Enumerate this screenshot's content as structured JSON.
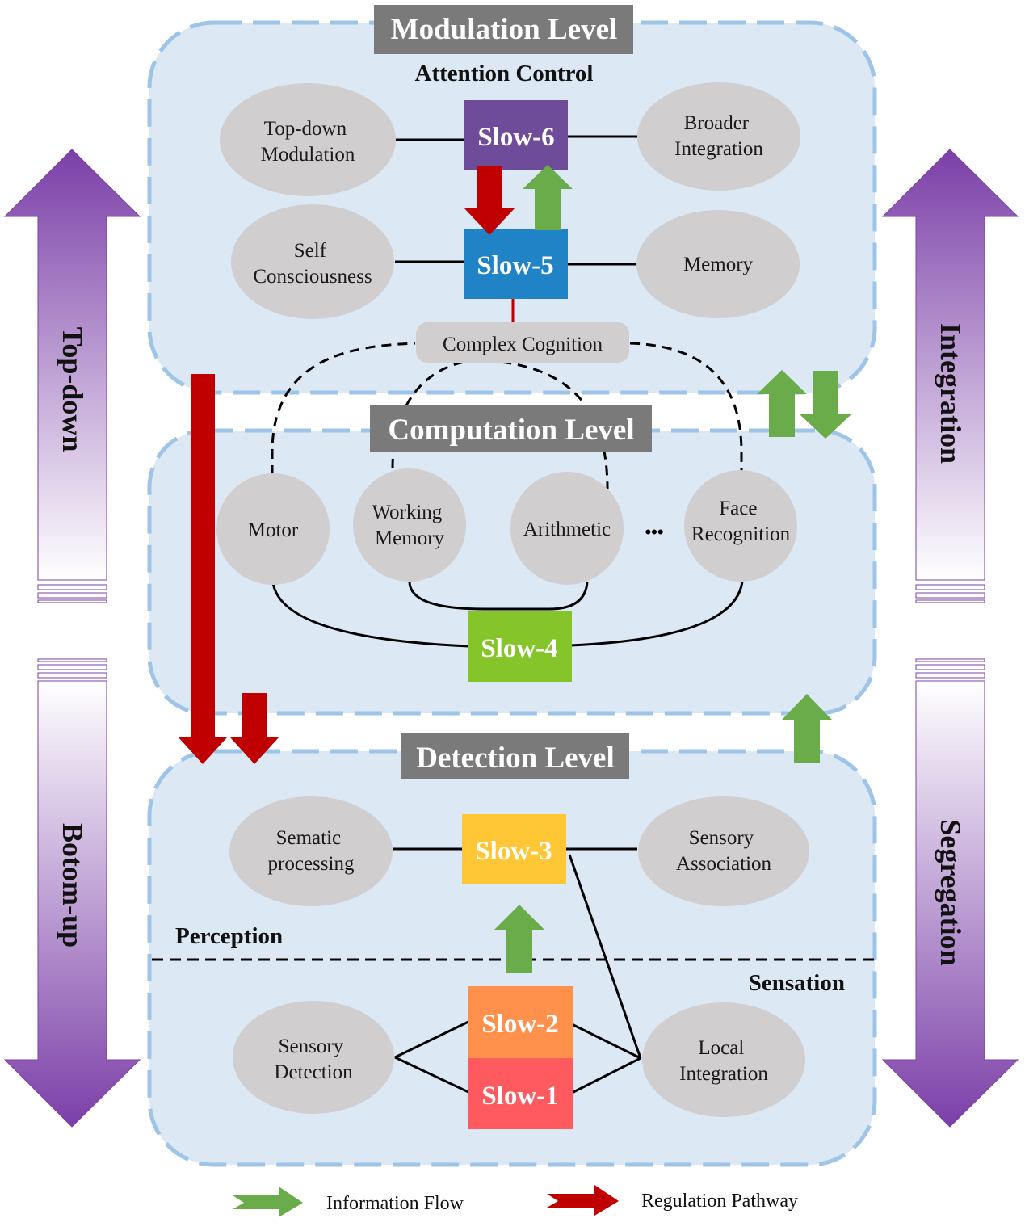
{
  "levels": {
    "modulation": "Modulation Level",
    "computation": "Computation Level",
    "detection": "Detection Level"
  },
  "sections": {
    "attention_control": "Attention Control",
    "perception": "Perception",
    "sensation": "Sensation"
  },
  "slow": {
    "s6": "Slow-6",
    "s5": "Slow-5",
    "s4": "Slow-4",
    "s3": "Slow-3",
    "s2": "Slow-2",
    "s1": "Slow-1"
  },
  "nodes": {
    "topdown_mod": [
      "Top-down",
      "Modulation"
    ],
    "broader_int": [
      "Broader",
      "Integration"
    ],
    "self_consc": [
      "Self",
      "Consciousness"
    ],
    "memory": [
      "Memory"
    ],
    "complex_cog": "Complex Cognition",
    "motor": [
      "Motor"
    ],
    "working_mem": [
      "Working",
      "Memory"
    ],
    "arithmetic": [
      "Arithmetic"
    ],
    "ellipsis": "•••",
    "face_rec": [
      "Face",
      "Recognition"
    ],
    "sematic": [
      "Sematic",
      "processing"
    ],
    "sensory_assoc": [
      "Sensory",
      "Association"
    ],
    "sensory_det": [
      "Sensory",
      "Detection"
    ],
    "local_int": [
      "Local",
      "Integration"
    ]
  },
  "side": {
    "topdown": "Top-down",
    "bottomup": "Botom-up",
    "integration": "Integration",
    "segregation": "Segregation"
  },
  "legend": {
    "info_flow": "Information Flow",
    "regulation": "Regulation Pathway"
  },
  "colors": {
    "panel_fill": "#dce8f4",
    "panel_border": "#9ec5e8",
    "level_box": "#7a7a7a",
    "ellipse": "#d0cece",
    "slow6": "#6f4c9a",
    "slow5": "#1f83c6",
    "slow4": "#86c52a",
    "slow3": "#ffc736",
    "slow2": "#ff914d",
    "slow1": "#ff5a5f",
    "green_arrow": "#6aab4a",
    "red_arrow": "#c00000",
    "purple_arrow": "#7b3fa8"
  }
}
